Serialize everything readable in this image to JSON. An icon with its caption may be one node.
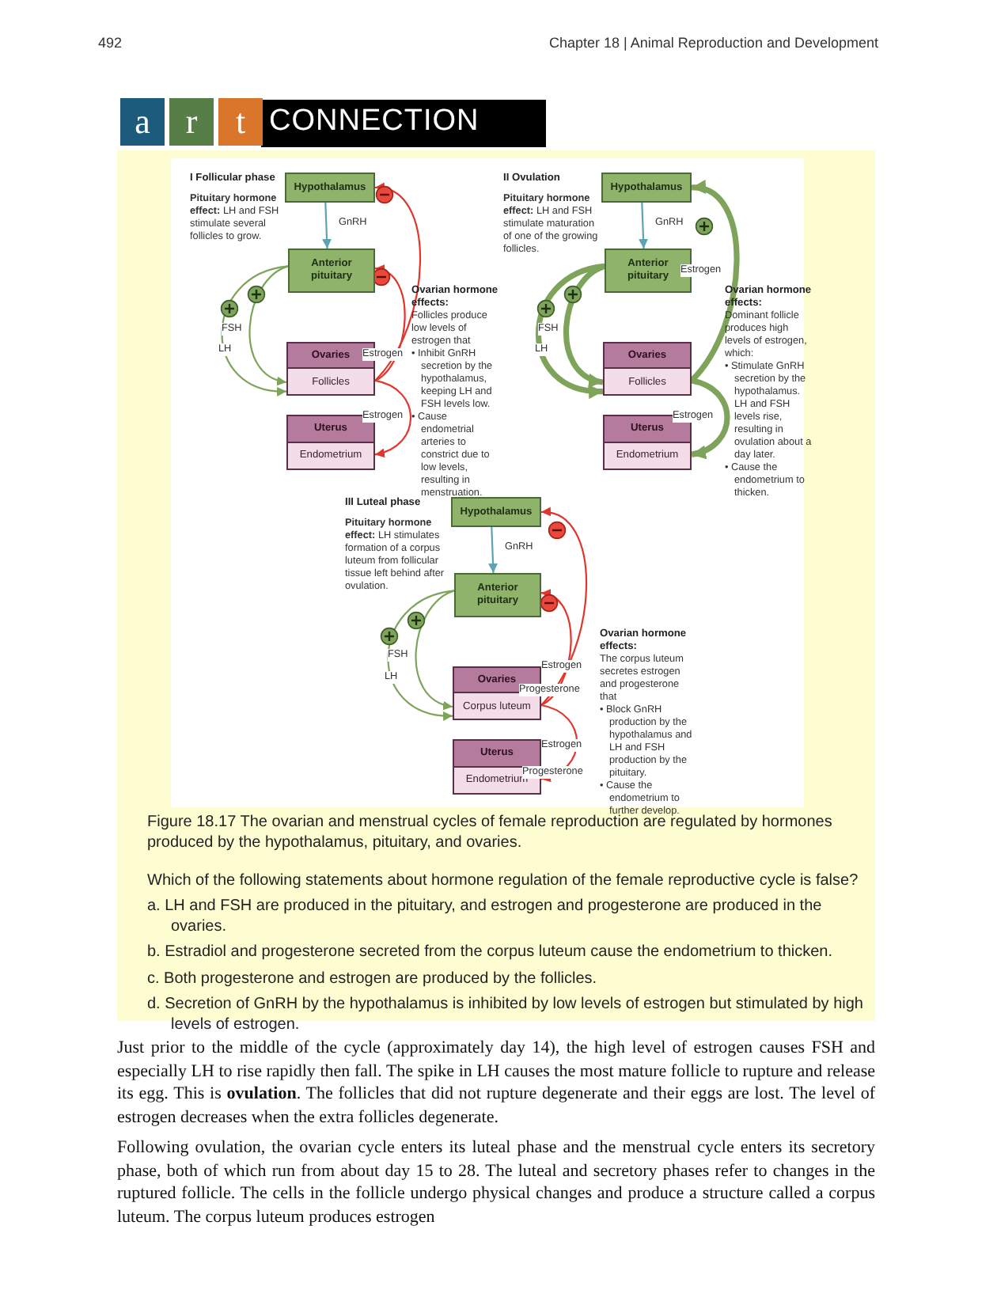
{
  "diagram": {
    "caption": "Figure 18.17 The ovarian and menstrual cycles of female reproduction are regulated by hormones produced by the hypothalamus, pituitary, and ovaries.",
    "nodes": [
      {
        "text": [
          "Hypothalamus"
        ]
      },
      {
        "text": [
          "Anterior pituitary"
        ]
      },
      {
        "text": [
          "Ovaries",
          "Follicles"
        ]
      },
      {
        "text": [
          "Uterus",
          "Endometrium"
        ]
      },
      {
        "text": [
          "Hypothalamus"
        ]
      },
      {
        "text": [
          "Anterior pituitary"
        ]
      },
      {
        "text": [
          "Ovaries",
          "Follicles"
        ]
      },
      {
        "text": [
          "Uterus",
          "Endometrium"
        ]
      },
      {
        "text": [
          "Hypothalamus"
        ]
      },
      {
        "text": [
          "Anterior pituitary"
        ]
      },
      {
        "text": [
          "Ovaries",
          "Corpus luteum"
        ]
      },
      {
        "text": [
          "Uterus",
          "Endometrium"
        ]
      }
    ],
    "edges": [
      {
        "from": 0,
        "to": 1,
        "arrow": "to",
        "label": "GnRH",
        "color": "#5fa3b3"
      },
      {
        "from": 1,
        "to": 2,
        "arrow": "to",
        "label": "FSH"
      },
      {
        "from": 1,
        "to": 2,
        "arrow": "to",
        "label": "LH"
      },
      {
        "from": 2,
        "to": 1,
        "arrow": "to",
        "color": "#e2352b"
      },
      {
        "from": 2,
        "to": 0,
        "arrow": "to",
        "label": "Estrogen",
        "color": "#e2352b"
      },
      {
        "from": 2,
        "to": 3,
        "arrow": "to",
        "label": "Estrogen",
        "color": "#e2352b"
      },
      {
        "from": 4,
        "to": 5,
        "arrow": "to",
        "label": "GnRH",
        "color": "#5fa3b3"
      },
      {
        "from": 5,
        "to": 6,
        "arrow": "to",
        "label": "FSH",
        "style": "thick"
      },
      {
        "from": 5,
        "to": 6,
        "arrow": "to",
        "label": "LH",
        "style": "thick"
      },
      {
        "from": 6,
        "to": 4,
        "arrow": "to",
        "label": "Estrogen",
        "style": "thick"
      },
      {
        "from": 6,
        "to": 7,
        "arrow": "to",
        "label": "Estrogen",
        "style": "thick"
      },
      {
        "from": 8,
        "to": 9,
        "arrow": "to",
        "label": "GnRH",
        "color": "#5fa3b3"
      },
      {
        "from": 9,
        "to": 10,
        "arrow": "to",
        "label": "FSH"
      },
      {
        "from": 9,
        "to": 10,
        "arrow": "to",
        "label": "LH"
      },
      {
        "from": 10,
        "to": 9,
        "arrow": "to",
        "label": "Progesterone",
        "color": "#e2352b"
      },
      {
        "from": 10,
        "to": 8,
        "arrow": "to",
        "label": "Estrogen",
        "color": "#e2352b"
      },
      {
        "from": 10,
        "to": 11,
        "arrow": "to",
        "label": "Estrogen",
        "color": "#e2352b"
      }
    ],
    "labels": [
      "492",
      "Chapter 18 | Animal Reproduction and Development",
      "a",
      "r",
      "t",
      "CONNECTION",
      "I Follicular phase",
      "**Pituitary hormone effect:** LH and FSH stimulate several follicles to grow.",
      "Ovarian hormone effects:",
      "Follicles produce low levels of estrogen that",
      "• Inhibit GnRH secretion by the hypothalamus, keeping LH and FSH levels low.",
      "• Cause endometrial arteries to constrict due to low levels, resulting in menstruation.",
      "II Ovulation",
      "**Pituitary hormone effect:** LH and FSH stimulate maturation of one of the growing follicles.",
      "Ovarian hormone effects:",
      "Dominant follicle produces high levels of estrogen, which:",
      "• Stimulate GnRH secretion by the hypothalamus. LH and FSH levels rise, resulting in ovulation about a day later.",
      "• Cause the endometrium to thicken.",
      "III Luteal phase",
      "**Pituitary hormone effect:** LH stimulates formation of a corpus luteum from follicular tissue left behind after ovulation.",
      "Ovarian hormone effects:",
      "The corpus luteum secretes estrogen and progesterone that",
      "• Block GnRH production by the hypothalamus and LH and FSH production by the pituitary.",
      "• Cause the endometrium to further develop.",
      "Progesterone",
      "Which of the following statements about hormone regulation of the female reproductive cycle is false?",
      "a. LH and FSH are produced in the pituitary, and estrogen and progesterone are produced in the ovaries.",
      "b. Estradiol and progesterone secreted from the corpus luteum cause the endometrium to thicken.",
      "c. Both progesterone and estrogen are produced by the follicles.",
      "d. Secretion of GnRH by the hypothalamus is inhibited by low levels of estrogen but stimulated by high levels of estrogen.",
      "Just prior to the middle of the cycle (approximately day 14), the high level of estrogen causes FSH and especially LH to rise rapidly then fall. The spike in LH causes the most mature follicle to rupture and release its egg. This is **ovulation**. The follicles that did not rupture degenerate and their eggs are lost. The level of estrogen decreases when the extra follicles degenerate.",
      "Following ovulation, the ovarian cycle enters its luteal phase and the menstrual cycle enters its secretory phase, both of which run from about day 15 to 28. The luteal and secretory phases refer to changes in the ruptured follicle. The cells in the follicle undergo physical changes and produce a structure called a corpus luteum. The corpus luteum produces estrogen"
    ]
  }
}
